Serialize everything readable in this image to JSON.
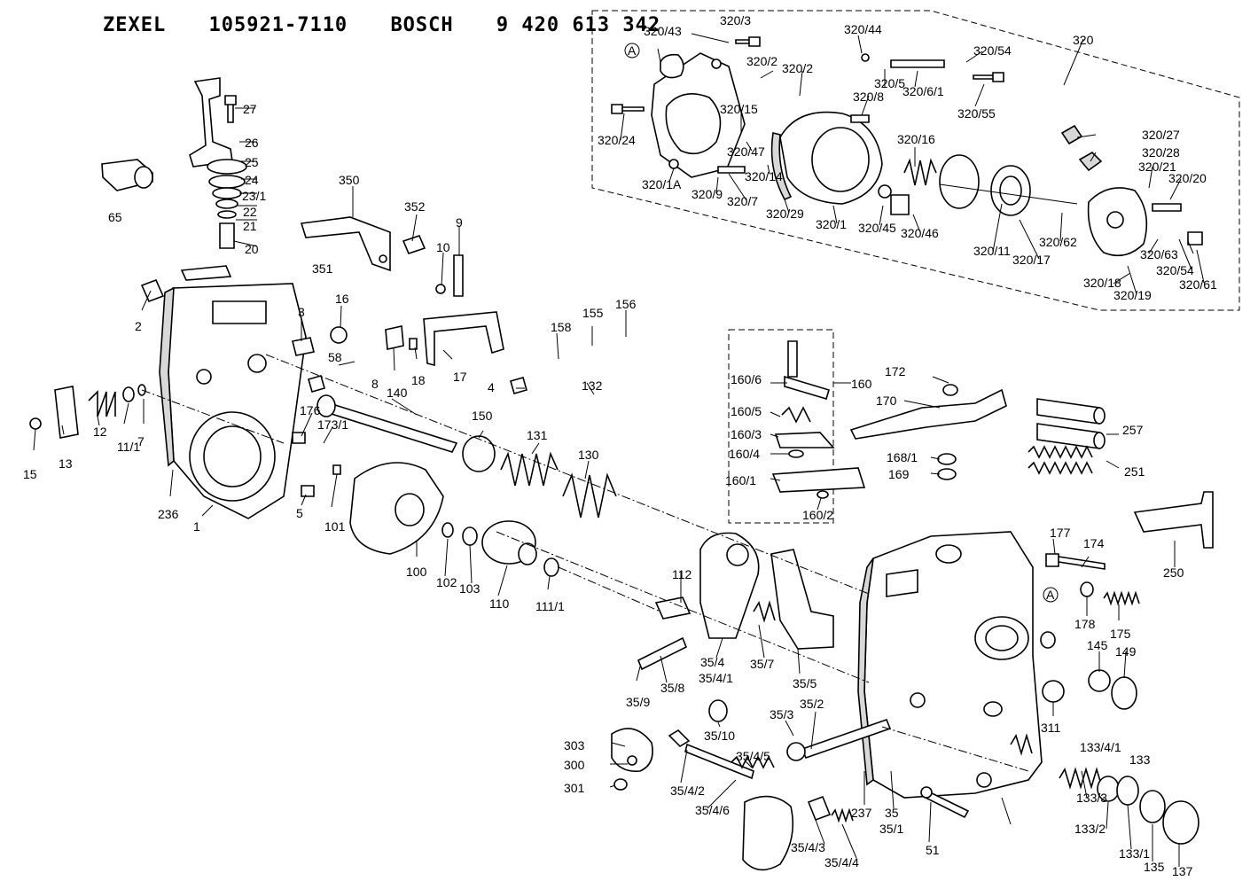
{
  "header": {
    "maker1": "ZEXEL",
    "part_no1": "105921-7110",
    "maker2": "BOSCH",
    "part_no2": "9 420 613 342"
  },
  "markers": {
    "circle_a": "A"
  },
  "labels": [
    {
      "id": "27",
      "text": "27"
    },
    {
      "id": "26",
      "text": "26"
    },
    {
      "id": "25",
      "text": "25"
    },
    {
      "id": "24",
      "text": "24"
    },
    {
      "id": "23_1",
      "text": "23/1"
    },
    {
      "id": "22",
      "text": "22"
    },
    {
      "id": "21",
      "text": "21"
    },
    {
      "id": "20",
      "text": "20"
    },
    {
      "id": "65",
      "text": "65"
    },
    {
      "id": "350",
      "text": "350"
    },
    {
      "id": "352",
      "text": "352"
    },
    {
      "id": "351",
      "text": "351"
    },
    {
      "id": "9",
      "text": "9"
    },
    {
      "id": "10",
      "text": "10"
    },
    {
      "id": "2",
      "text": "2"
    },
    {
      "id": "3",
      "text": "3"
    },
    {
      "id": "16",
      "text": "16"
    },
    {
      "id": "58",
      "text": "58"
    },
    {
      "id": "8",
      "text": "8"
    },
    {
      "id": "18",
      "text": "18"
    },
    {
      "id": "17",
      "text": "17"
    },
    {
      "id": "140",
      "text": "140"
    },
    {
      "id": "4",
      "text": "4"
    },
    {
      "id": "132",
      "text": "132"
    },
    {
      "id": "158",
      "text": "158"
    },
    {
      "id": "155",
      "text": "155"
    },
    {
      "id": "156",
      "text": "156"
    },
    {
      "id": "176",
      "text": "176"
    },
    {
      "id": "173_1",
      "text": "173/1"
    },
    {
      "id": "15",
      "text": "15"
    },
    {
      "id": "13",
      "text": "13"
    },
    {
      "id": "12",
      "text": "12"
    },
    {
      "id": "11_1",
      "text": "11/1"
    },
    {
      "id": "7",
      "text": "7"
    },
    {
      "id": "236",
      "text": "236"
    },
    {
      "id": "1",
      "text": "1"
    },
    {
      "id": "5",
      "text": "5"
    },
    {
      "id": "101",
      "text": "101"
    },
    {
      "id": "150",
      "text": "150"
    },
    {
      "id": "131",
      "text": "131"
    },
    {
      "id": "130",
      "text": "130"
    },
    {
      "id": "100",
      "text": "100"
    },
    {
      "id": "102",
      "text": "102"
    },
    {
      "id": "103",
      "text": "103"
    },
    {
      "id": "110",
      "text": "110"
    },
    {
      "id": "111_1",
      "text": "111/1"
    },
    {
      "id": "112",
      "text": "112"
    },
    {
      "id": "160_6",
      "text": "160/6"
    },
    {
      "id": "160",
      "text": "160"
    },
    {
      "id": "160_5",
      "text": "160/5"
    },
    {
      "id": "160_3",
      "text": "160/3"
    },
    {
      "id": "160_4",
      "text": "160/4"
    },
    {
      "id": "160_1",
      "text": "160/1"
    },
    {
      "id": "160_2",
      "text": "160/2"
    },
    {
      "id": "172",
      "text": "172"
    },
    {
      "id": "170",
      "text": "170"
    },
    {
      "id": "168_1",
      "text": "168/1"
    },
    {
      "id": "169",
      "text": "169"
    },
    {
      "id": "257",
      "text": "257"
    },
    {
      "id": "251",
      "text": "251"
    },
    {
      "id": "250",
      "text": "250"
    },
    {
      "id": "177",
      "text": "177"
    },
    {
      "id": "174",
      "text": "174"
    },
    {
      "id": "178",
      "text": "178"
    },
    {
      "id": "175",
      "text": "175"
    },
    {
      "id": "145",
      "text": "145"
    },
    {
      "id": "149",
      "text": "149"
    },
    {
      "id": "311",
      "text": "311"
    },
    {
      "id": "35_4",
      "text": "35/4"
    },
    {
      "id": "35_4_1",
      "text": "35/4/1"
    },
    {
      "id": "35_7",
      "text": "35/7"
    },
    {
      "id": "35_5",
      "text": "35/5"
    },
    {
      "id": "35_9",
      "text": "35/9"
    },
    {
      "id": "35_8",
      "text": "35/8"
    },
    {
      "id": "35_10",
      "text": "35/10"
    },
    {
      "id": "35_3",
      "text": "35/3"
    },
    {
      "id": "35_2",
      "text": "35/2"
    },
    {
      "id": "303",
      "text": "303"
    },
    {
      "id": "300",
      "text": "300"
    },
    {
      "id": "301",
      "text": "301"
    },
    {
      "id": "35_4_2",
      "text": "35/4/2"
    },
    {
      "id": "35_4_5",
      "text": "35/4/5"
    },
    {
      "id": "35_4_6",
      "text": "35/4/6"
    },
    {
      "id": "35_4_3",
      "text": "35/4/3"
    },
    {
      "id": "35_4_4",
      "text": "35/4/4"
    },
    {
      "id": "237",
      "text": "237"
    },
    {
      "id": "35",
      "text": "35"
    },
    {
      "id": "35_1",
      "text": "35/1"
    },
    {
      "id": "51",
      "text": "51"
    },
    {
      "id": "133_4_1",
      "text": "133/4/1"
    },
    {
      "id": "133",
      "text": "133"
    },
    {
      "id": "133_3",
      "text": "133/3"
    },
    {
      "id": "133_2",
      "text": "133/2"
    },
    {
      "id": "133_1",
      "text": "133/1"
    },
    {
      "id": "135",
      "text": "135"
    },
    {
      "id": "137",
      "text": "137"
    },
    {
      "id": "320",
      "text": "320"
    },
    {
      "id": "320_3",
      "text": "320/3"
    },
    {
      "id": "320_43",
      "text": "320/43"
    },
    {
      "id": "320_2a",
      "text": "320/2"
    },
    {
      "id": "320_2b",
      "text": "320/2"
    },
    {
      "id": "320_44",
      "text": "320/44"
    },
    {
      "id": "320_54a",
      "text": "320/54"
    },
    {
      "id": "320_5",
      "text": "320/5"
    },
    {
      "id": "320_6_1",
      "text": "320/6/1"
    },
    {
      "id": "320_8",
      "text": "320/8"
    },
    {
      "id": "320_55",
      "text": "320/55"
    },
    {
      "id": "320_15",
      "text": "320/15"
    },
    {
      "id": "320_24",
      "text": "320/24"
    },
    {
      "id": "320_16",
      "text": "320/16"
    },
    {
      "id": "320_47",
      "text": "320/47"
    },
    {
      "id": "320_14",
      "text": "320/14"
    },
    {
      "id": "320_1a",
      "text": "320/1A"
    },
    {
      "id": "320_9",
      "text": "320/9"
    },
    {
      "id": "320_7",
      "text": "320/7"
    },
    {
      "id": "320_29",
      "text": "320/29"
    },
    {
      "id": "320_1",
      "text": "320/1"
    },
    {
      "id": "320_45",
      "text": "320/45"
    },
    {
      "id": "320_46",
      "text": "320/46"
    },
    {
      "id": "320_11",
      "text": "320/11"
    },
    {
      "id": "320_17",
      "text": "320/17"
    },
    {
      "id": "320_62",
      "text": "320/62"
    },
    {
      "id": "320_27",
      "text": "320/27"
    },
    {
      "id": "320_28",
      "text": "320/28"
    },
    {
      "id": "320_21",
      "text": "320/21"
    },
    {
      "id": "320_20",
      "text": "320/20"
    },
    {
      "id": "320_63",
      "text": "320/63"
    },
    {
      "id": "320_54b",
      "text": "320/54"
    },
    {
      "id": "320_61",
      "text": "320/61"
    },
    {
      "id": "320_18",
      "text": "320/18"
    },
    {
      "id": "320_19",
      "text": "320/19"
    }
  ]
}
